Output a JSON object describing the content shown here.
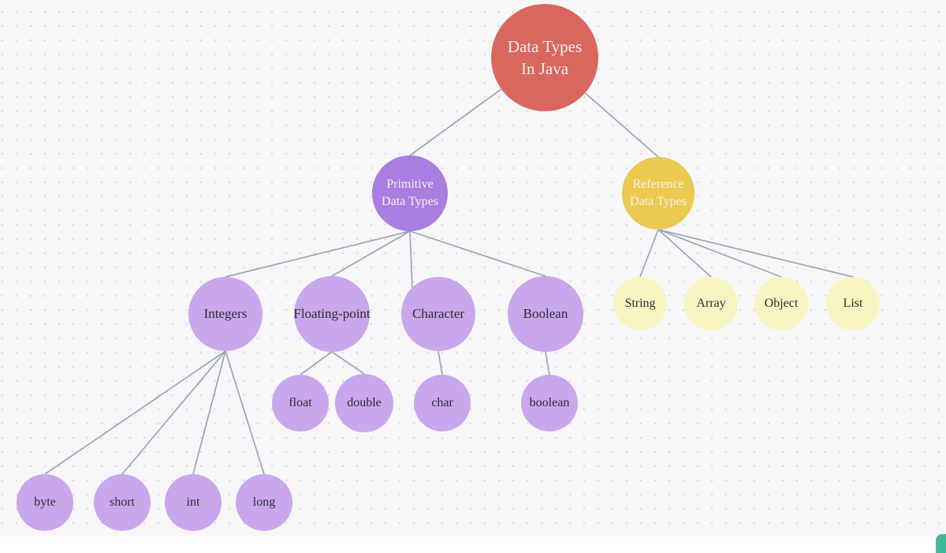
{
  "diagram": {
    "nodes": {
      "root": {
        "label": "Data Types\nIn Java"
      },
      "primitive": {
        "label": "Primitive\nData Types"
      },
      "reference": {
        "label": "Reference\nData Types"
      },
      "integers": {
        "label": "Integers"
      },
      "floating_point": {
        "label": "Floating-point"
      },
      "character": {
        "label": "Character"
      },
      "boolean_type": {
        "label": "Boolean"
      },
      "string": {
        "label": "String"
      },
      "array": {
        "label": "Array"
      },
      "object": {
        "label": "Object"
      },
      "list": {
        "label": "List"
      },
      "byte": {
        "label": "byte"
      },
      "short": {
        "label": "short"
      },
      "int": {
        "label": "int"
      },
      "long": {
        "label": "long"
      },
      "float": {
        "label": "float"
      },
      "double": {
        "label": "double"
      },
      "char": {
        "label": "char"
      },
      "boolean_leaf": {
        "label": "boolean"
      }
    },
    "edges": [
      {
        "from": "root",
        "to": "primitive"
      },
      {
        "from": "root",
        "to": "reference"
      },
      {
        "from": "primitive",
        "to": "integers"
      },
      {
        "from": "primitive",
        "to": "floating_point"
      },
      {
        "from": "primitive",
        "to": "character"
      },
      {
        "from": "primitive",
        "to": "boolean_type"
      },
      {
        "from": "reference",
        "to": "string"
      },
      {
        "from": "reference",
        "to": "array"
      },
      {
        "from": "reference",
        "to": "object"
      },
      {
        "from": "reference",
        "to": "list"
      },
      {
        "from": "integers",
        "to": "byte"
      },
      {
        "from": "integers",
        "to": "short"
      },
      {
        "from": "integers",
        "to": "int"
      },
      {
        "from": "integers",
        "to": "long"
      },
      {
        "from": "floating_point",
        "to": "float"
      },
      {
        "from": "floating_point",
        "to": "double"
      },
      {
        "from": "character",
        "to": "char"
      },
      {
        "from": "boolean_type",
        "to": "boolean_leaf"
      }
    ]
  },
  "colors": {
    "background": "#f7f7f9",
    "dot_grid": "#d9d9df",
    "edge": "#9aa6b6",
    "node_root": "#da675e",
    "node_purple": "#a97de1",
    "node_lilac": "#c9a7ec",
    "node_gold": "#ecc94f",
    "node_pale_yellow": "#f8f5c3",
    "text_light": "#f7f1f2",
    "text_dark": "#2d2d30",
    "chat_widget": "#2aa88f"
  }
}
